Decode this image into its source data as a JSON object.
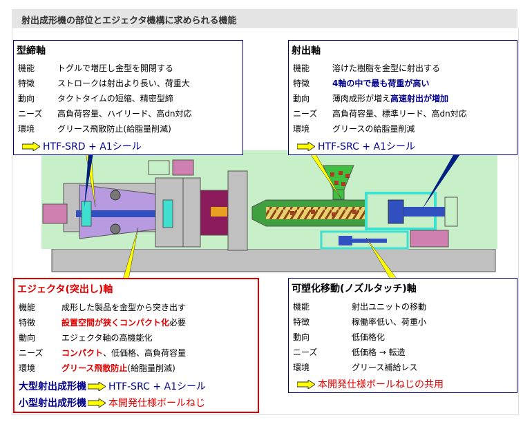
{
  "header": {
    "title": "射出成形機の部位とエジェクタ機構に求められる機能"
  },
  "panels": {
    "clamp": {
      "title": "型締軸",
      "rows": [
        {
          "key": "機能",
          "val": "トグルで増圧し金型を開閉する"
        },
        {
          "key": "特徴",
          "val": "ストロークは射出より長い、荷重大"
        },
        {
          "key": "動向",
          "val": "タクトタイムの短縮、精密型締"
        },
        {
          "key": "ニーズ",
          "val": "高負荷容量、ハイリード、高dn対応"
        },
        {
          "key": "環境",
          "val": "グリース飛散防止(給脂量削減)"
        }
      ],
      "product": "HTF-SRD + A1シール"
    },
    "injection": {
      "title": "射出軸",
      "rows": [
        {
          "key": "機能",
          "val": "溶けた樹脂を金型に射出する"
        },
        {
          "key": "特徴",
          "val": "4軸の中で最も荷重が高い"
        },
        {
          "key": "動向",
          "val_a": "薄肉成形が増え",
          "val_b": "高速射出が増加"
        },
        {
          "key": "ニーズ",
          "val": "高負荷容量、標準リード、高dn対応"
        },
        {
          "key": "環境",
          "val": "グリースの給脂量削減"
        }
      ],
      "product": "HTF-SRC + A1シール"
    },
    "ejector": {
      "title": "エジェクタ(突出し)軸",
      "rows": [
        {
          "key": "機能",
          "val": "成形した製品を金型から突き出す"
        },
        {
          "key": "特徴",
          "val_a": "設置空間が狭くコンパクト化",
          "val_b": "必要"
        },
        {
          "key": "動向",
          "val": "エジェクタ軸の高機能化"
        },
        {
          "key": "ニーズ",
          "val_a": "コンパクト",
          "val_b": "、低価格、高負荷容量"
        },
        {
          "key": "環境",
          "val_a": "グリース飛散防止",
          "val_b": "(給脂量削減)"
        }
      ],
      "large_label": "大型射出成形機",
      "large_product": "HTF-SRC + A1シール",
      "small_label": "小型射出成形機",
      "small_product": "本開発仕様ボールねじ"
    },
    "nozzle": {
      "title": "可塑化移動(ノズルタッチ)軸",
      "rows": [
        {
          "key": "機能",
          "val": "射出ユニットの移動"
        },
        {
          "key": "特徴",
          "val": "稼働率低い、荷重小"
        },
        {
          "key": "動向",
          "val": "低価格化"
        },
        {
          "key": "ニーズ",
          "val": "低価格 → 転造"
        },
        {
          "key": "環境",
          "val": "グリース補給レス"
        }
      ],
      "product": "本開発仕様ボールねじの共用"
    }
  },
  "colors": {
    "panel_border": "#00008b",
    "ejector_border": "#e00000",
    "highlight_blue": "#00008b",
    "highlight_red": "#e00000",
    "arrow_fill": "#ffff00",
    "base": "#c0c0c0",
    "frame_green": "#c8f0c8",
    "toggle_purple": "#b89ae0",
    "mold_maroon": "#8b1a5a",
    "cyan": "#40e0d0",
    "pink": "#d080b0"
  }
}
